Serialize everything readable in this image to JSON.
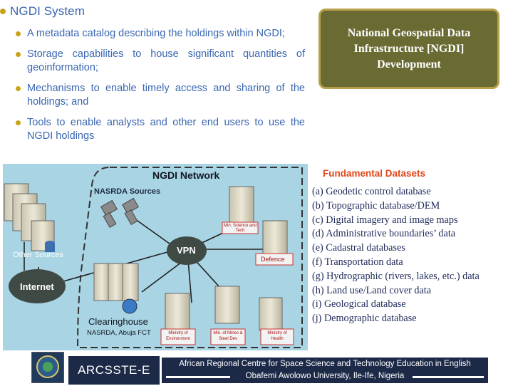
{
  "slide": {
    "title": "NGDI System",
    "bullets": [
      "A metadata catalog describing the holdings within NGDI;",
      "Storage capabilities to house significant quantities of geoinformation;",
      "Mechanisms to enable timely access and sharing of the holdings; and",
      "Tools to enable analysts and other end users to use the NGDI holdings"
    ],
    "bullet_color": "#c9a21a",
    "text_color": "#3a67b1"
  },
  "ngdi_box": {
    "text": "National Geospatial Data\nInfrastructure [NGDI]\nDevelopment",
    "background": "#6a6a33",
    "border": "#b7a04a"
  },
  "diagram": {
    "network_title": "NGDI Network",
    "nasrda_sources": "NASRDA Sources",
    "other_sources": "Other Sources",
    "internet": "Internet",
    "vpn": "VPN",
    "clearinghouse": "Clearinghouse",
    "clearinghouse_sub": "NASRDA, Abuja FCT",
    "defence": "Defence",
    "min_science": "Min. Science and Tech",
    "min_environment": "Ministry of Environment",
    "min_mines": "Min. of Mines & Steel Dev",
    "min_health": "Ministry of Health",
    "background": "#a9d4e4"
  },
  "fundamental": {
    "title": "Fundamental Datasets",
    "items": [
      "(a) Geodetic control database",
      "(b) Topographic database/DEM",
      "(c) Digital imagery and image maps",
      "(d) Administrative boundaries’ data",
      "(e) Cadastral databases",
      "(f) Transportation data",
      "(g) Hydrographic (rivers, lakes, etc.) data",
      "(h) Land use/Land cover data",
      "(i) Geological database",
      "(j) Demographic database"
    ]
  },
  "footer": {
    "brand": "ARCSSTE-E",
    "line1": "African Regional Centre for Space Science and Technology Education in English",
    "line2": "Obafemi Awolowo University, Ile-Ife, Nigeria"
  }
}
